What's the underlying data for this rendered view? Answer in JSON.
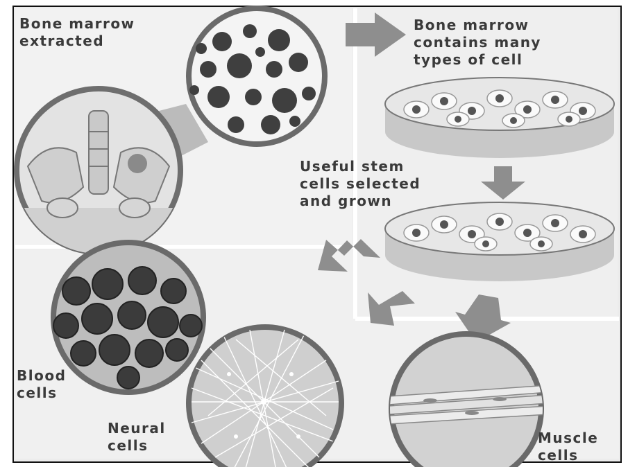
{
  "labels": {
    "bone_marrow_extracted": "Bone marrow\nextracted",
    "many_types": "Bone marrow\ncontains many\ntypes of cell",
    "useful_stem": "Useful stem\ncells selected\nand grown",
    "blood_cells": "Blood\ncells",
    "neural_cells": "Neural\ncells",
    "muscle_cells": "Muscle\ncells"
  },
  "colors": {
    "panel": "#f1f1f1",
    "arrow": "#8e8e8e",
    "rim": "#7a7a7a",
    "blood_cell": "#3b3b3b",
    "nucleus": "#555555"
  }
}
